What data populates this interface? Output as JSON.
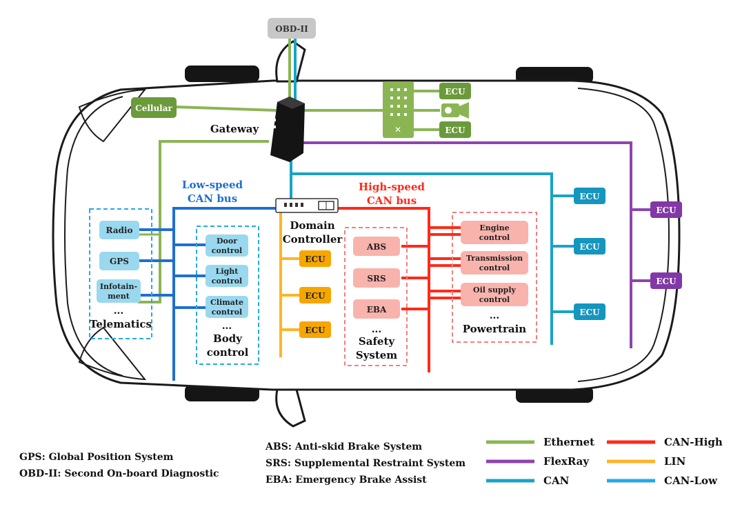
{
  "obd": "OBD-II",
  "cellular": "Cellular",
  "gateway": "Gateway",
  "domain_controller": [
    "Domain",
    "Controller"
  ],
  "low_speed_bus": [
    "Low-speed",
    "CAN bus"
  ],
  "high_speed_bus": [
    "High-speed",
    "CAN bus"
  ],
  "ecu": "ECU",
  "telematics": {
    "items": [
      "Radio",
      "GPS",
      [
        "Infotain-",
        "ment"
      ]
    ],
    "ellipsis": "...",
    "label": "Telematics"
  },
  "body": {
    "items": [
      [
        "Door",
        "control"
      ],
      [
        "Light",
        "control"
      ],
      [
        "Climate",
        "control"
      ]
    ],
    "ellipsis": "...",
    "label": [
      "Body",
      "control"
    ]
  },
  "safety": {
    "items": [
      "ABS",
      "SRS",
      "EBA"
    ],
    "ellipsis": "...",
    "label": [
      "Safety",
      "System"
    ]
  },
  "powertrain": {
    "items": [
      [
        "Engine",
        "control"
      ],
      [
        "Transmission",
        "control"
      ],
      [
        "Oil supply",
        "control"
      ]
    ],
    "ellipsis": "...",
    "label": "Powertrain"
  },
  "abbreviations_left": [
    "GPS: Global Position System",
    "OBD-II: Second On-board Diagnostic"
  ],
  "abbreviations_mid": [
    "ABS: Anti-skid Brake System",
    "SRS: Supplemental Restraint System",
    "EBA: Emergency Brake Assist"
  ],
  "legend": [
    {
      "label": "Ethernet",
      "color": "#8bb552"
    },
    {
      "label": "FlexRay",
      "color": "#8e44ad"
    },
    {
      "label": "CAN",
      "color": "#1aa3c8"
    },
    {
      "label": "CAN-High",
      "color": "#ff2a1a"
    },
    {
      "label": "LIN",
      "color": "#ffb428"
    },
    {
      "label": "CAN-Low",
      "color": "#23a8e8"
    }
  ],
  "colors": {
    "ethernet": "#8bb552",
    "flexray": "#8e44ad",
    "can": "#1aa3c8",
    "can_high": "#ff2a1a",
    "lin": "#ffb428",
    "can_low": "#1e6fd0",
    "box_green": "#6a9a3a",
    "box_blue": "#9ad8ef",
    "box_pink": "#f9b3ad",
    "box_orange": "#f7a600",
    "box_teal": "#1596be",
    "box_purple": "#8338a8"
  }
}
